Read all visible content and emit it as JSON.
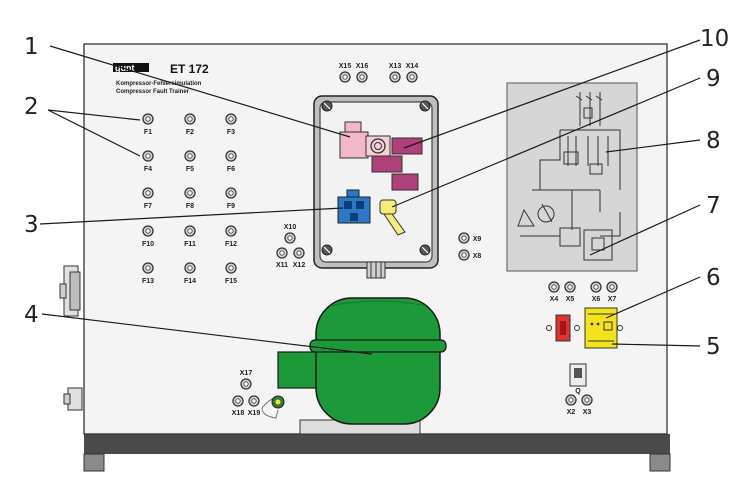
{
  "panel": {
    "brand": "gunt",
    "product_code": "ET 172",
    "subtitle_de": "Kompressor-Fehlersimulation",
    "subtitle_en": "Compressor Fault Trainer"
  },
  "fuse_labels": [
    "F1",
    "F2",
    "F3",
    "F4",
    "F5",
    "F6",
    "F7",
    "F8",
    "F9",
    "F10",
    "F11",
    "F12",
    "F13",
    "F14",
    "F15"
  ],
  "terminals": {
    "top": [
      "X15",
      "X16",
      "X13",
      "X14"
    ],
    "mid_left": [
      "X10",
      "X11",
      "X12"
    ],
    "mid_right": [
      "X9",
      "X8"
    ],
    "right": [
      "X4",
      "X5",
      "X6",
      "X7"
    ],
    "bottom_left": [
      "X17",
      "X18",
      "X19"
    ],
    "bottom_right": [
      "Q",
      "X2",
      "X3"
    ]
  },
  "callouts": [
    "1",
    "2",
    "3",
    "4",
    "5",
    "6",
    "7",
    "8",
    "9",
    "10"
  ],
  "colors": {
    "panel": "#f4f4f4",
    "frame": "#4a4a4a",
    "compressor": "#1c9a3a",
    "relay_pink": "#f2b8c6",
    "relay_magenta": "#b0407a",
    "terminal_blue": "#2a78c8",
    "capacitor_yellow": "#f5ec7a",
    "switch_red": "#e03030",
    "module_yellow": "#f3e31a",
    "schematic_bg": "#d6d6d6"
  }
}
